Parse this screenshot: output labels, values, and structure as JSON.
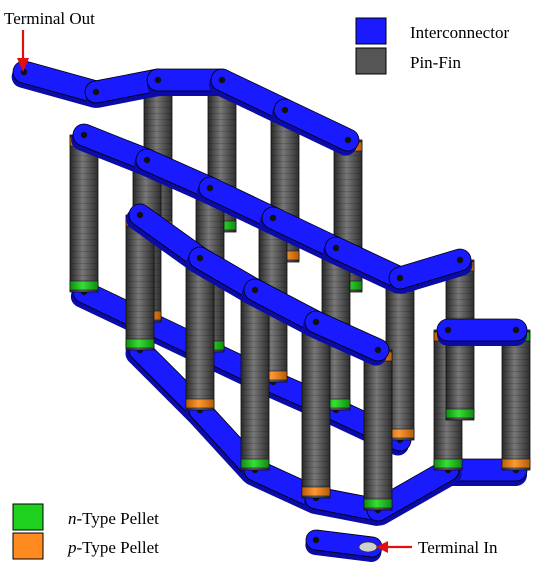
{
  "annotations": {
    "terminal_out": "Terminal Out",
    "terminal_in": "Terminal In"
  },
  "legend": {
    "interconnector": {
      "label": "Interconnector",
      "color": "#1a1aff"
    },
    "pin_fin": {
      "label": "Pin-Fin",
      "color": "#555555"
    },
    "n_type": {
      "italic": "n",
      "rest": "-Type Pellet",
      "color": "#1fd11f"
    },
    "p_type": {
      "italic": "p",
      "rest": "-Type Pellet",
      "color": "#ff8a1f"
    }
  },
  "colors": {
    "arrow": "#e01010",
    "interconnector_dark": "#0b0ba8",
    "pin_fin_dark": "#2e2e2e",
    "pin_fin_light": "#6e6e6e"
  }
}
